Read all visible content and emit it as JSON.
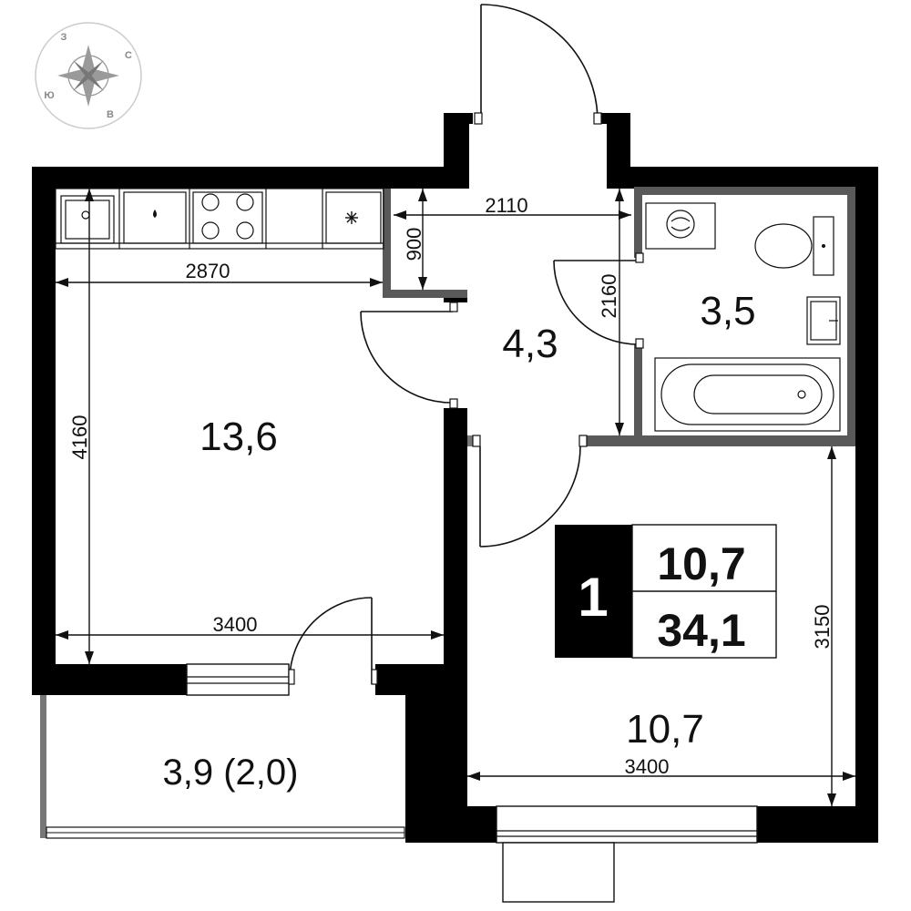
{
  "compass": {
    "north": "С",
    "south": "Ю",
    "east": "В",
    "west": "З"
  },
  "rooms": {
    "living": "13,6",
    "hall": "4,3",
    "bathroom": "3,5",
    "kitchen": "10,7",
    "balcony": "3,9 (2,0)"
  },
  "dimensions": {
    "hall_width": "2110",
    "closet_depth": "900",
    "living_width_top": "2870",
    "bath_depth": "2160",
    "living_length": "4160",
    "living_width_bottom": "3400",
    "kitchen_length": "3150",
    "kitchen_width": "3400"
  },
  "summary": {
    "rooms_count": "1",
    "living_area": "10,7",
    "total_area": "34,1"
  },
  "colors": {
    "wall": "#000000",
    "partition": "#595959",
    "text": "#111111"
  }
}
